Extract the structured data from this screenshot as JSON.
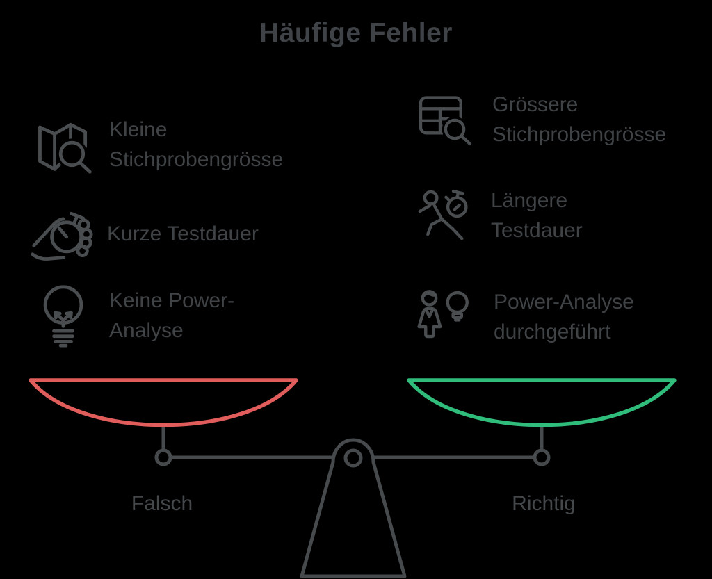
{
  "title": "Häufige Fehler",
  "left_column": {
    "heading_label": "Falsch",
    "items": [
      {
        "icon": "map-magnifier-icon",
        "lines": [
          "Kleine",
          "Stichprobengrösse"
        ]
      },
      {
        "icon": "hand-stopwatch-icon",
        "lines": [
          "Kurze Testdauer",
          ""
        ]
      },
      {
        "icon": "lightbulb-icon",
        "lines": [
          "Keine Power-",
          "Analyse"
        ]
      }
    ]
  },
  "right_column": {
    "heading_label": "Richtig",
    "items": [
      {
        "icon": "table-magnifier-icon",
        "lines": [
          "Grössere",
          "Stichprobengrösse"
        ]
      },
      {
        "icon": "runner-stopwatch-icon",
        "lines": [
          "Längere",
          "Testdauer"
        ]
      },
      {
        "icon": "person-bulb-icon",
        "lines": [
          "Power-Analyse",
          "durchgeführt"
        ]
      }
    ]
  },
  "scale": {
    "left_label": "Falsch",
    "right_label": "Richtig"
  },
  "colors": {
    "background": "#000000",
    "title_text": "#3f4347",
    "item_text": "#404346",
    "icon_stroke": "#4a4d4f",
    "scale_stroke": "#474a4c",
    "left_bowl": "#e05d5c",
    "right_bowl": "#30bc7b"
  }
}
